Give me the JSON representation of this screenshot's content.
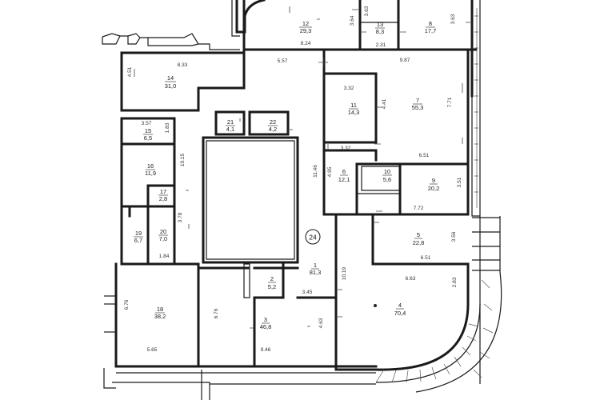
{
  "plan_marker": "24",
  "rooms": [
    {
      "id": "12",
      "num": "12",
      "area": "29,3"
    },
    {
      "id": "13",
      "num": "13",
      "area": "8,3"
    },
    {
      "id": "8t",
      "num": "8",
      "area": "17,7"
    },
    {
      "id": "14",
      "num": "14",
      "area": "31,0"
    },
    {
      "id": "11",
      "num": "11",
      "area": "14,3"
    },
    {
      "id": "7",
      "num": "7",
      "area": "55,3"
    },
    {
      "id": "21",
      "num": "21",
      "area": "4,1"
    },
    {
      "id": "22",
      "num": "22",
      "area": "4,2"
    },
    {
      "id": "15",
      "num": "15",
      "area": "6,5"
    },
    {
      "id": "16",
      "num": "16",
      "area": "11,9"
    },
    {
      "id": "6",
      "num": "6",
      "area": "12,1"
    },
    {
      "id": "10",
      "num": "10",
      "area": "5,6"
    },
    {
      "id": "9",
      "num": "9",
      "area": "20,2"
    },
    {
      "id": "17",
      "num": "17",
      "area": "2,8"
    },
    {
      "id": "19",
      "num": "19",
      "area": "6,7"
    },
    {
      "id": "20",
      "num": "20",
      "area": "7,0"
    },
    {
      "id": "5",
      "num": "5",
      "area": "22,8"
    },
    {
      "id": "1",
      "num": "1",
      "area": "81,3"
    },
    {
      "id": "2",
      "num": "2",
      "area": "5,2"
    },
    {
      "id": "18",
      "num": "18",
      "area": "38,2"
    },
    {
      "id": "3",
      "num": "3",
      "area": "46,8"
    },
    {
      "id": "4",
      "num": "4",
      "area": "70,4"
    }
  ],
  "dims": {
    "d_364": "3.64",
    "d_363a": "3.63",
    "d_363b": "3.63",
    "d_824": "8.24",
    "d_231": "2.31",
    "d_557": "5.57",
    "d_987": "9.87",
    "d_451": "4.51",
    "d_833": "8.33",
    "d_332a": "3.32",
    "d_441": "4.41",
    "d_771": "7.71",
    "d_357": "3.57",
    "d_183": "1.83",
    "d_1015": "10.15",
    "d_332b": "3.32",
    "d_651a": "6.51",
    "d_1146": "11.46",
    "d_495": "4.95",
    "d_351": "3.51",
    "d_772": "7.72",
    "d_378": "3.78",
    "d_356": "3.56",
    "d_184": "1.84",
    "d_651b": "6.51",
    "d_1019": "10.19",
    "d_663": "6.63",
    "d_283": "2.83",
    "d_676a": "6.76",
    "d_676b": "6.76",
    "d_345": "3.45",
    "d_463": "4.63",
    "d_565": "5.65",
    "d_946": "9.46"
  }
}
